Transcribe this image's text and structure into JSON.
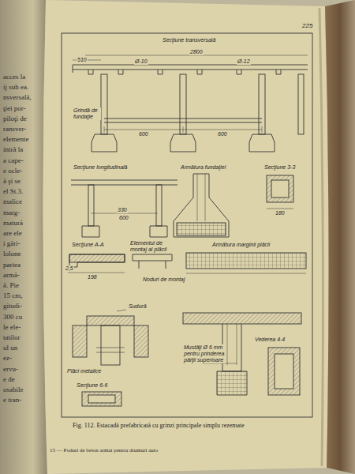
{
  "diagram": {
    "caption": "Fig. 112. Estacadă prefabricată cu grinzi principale simplu rezemate",
    "labels": [
      "225",
      "Secţiune transversală",
      "510",
      "2800",
      "Ø-10",
      "Ø-12",
      "Grindă de fundaţie",
      "600",
      "600",
      "Secţiune longitudinală",
      "Armătura fundaţiei",
      "Secţiune 3-3",
      "330",
      "600",
      "180",
      "Secţiune A-A",
      "Elementul de montaj al plăcii",
      "Armătura marginii plăcii",
      "Noduri de montaj",
      "Sudură",
      "Plăci metalice",
      "Secţiune 6-6",
      "Mustăţi Ø 6 mm pentru prinderea părţii superioare",
      "Vederea 4-4",
      "198",
      "2,5",
      "15 — Poduri de beton armat pentru drumuri auto",
      "acces la",
      "ij sub ea.",
      "nsversală,",
      "ţiei por-",
      "piloţi de",
      "ransver-",
      "elemente",
      "intră la",
      "a cape-",
      "e ocle-",
      "ă şi se",
      "el St.3.",
      "malice",
      "marg-",
      "matură",
      "are ele",
      "i gări-",
      "lolone",
      "partea",
      "armă-",
      "ă. Pie",
      "15 cm,",
      "gitudi-",
      "300 cu",
      "le ele-",
      "tatilor",
      "ul un",
      "ez-",
      "ervu-",
      "e de",
      "osabile",
      "e tran-"
    ]
  }
}
